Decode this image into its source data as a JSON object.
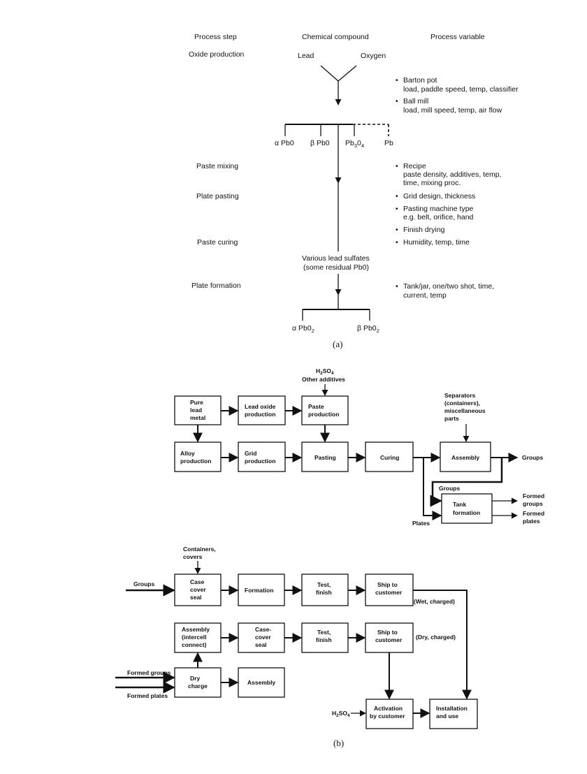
{
  "part_a": {
    "headers": {
      "step": "Process step",
      "compound": "Chemical compound",
      "variable": "Process variable"
    },
    "steps": {
      "oxide": "Oxide production",
      "mixing": "Paste mixing",
      "pasting": "Plate pasting",
      "curing": "Paste curing",
      "formation": "Plate formation"
    },
    "compounds": {
      "lead": "Lead",
      "oxygen": "Oxygen",
      "alpha_pbo_sym": "α",
      "alpha_pbo": "Pb0",
      "beta_pbo_sym": "β",
      "beta_pbo": "Pb0",
      "pb3o4_base": "Pb",
      "pb3o4_sub1": "3",
      "pb3o4_mid": "0",
      "pb3o4_sub2": "4",
      "pb": "Pb",
      "sulfates_1": "Various lead sulfates",
      "sulfates_2": "(some residual Pb0)",
      "alpha_pbo2_sym": "α",
      "alpha_pbo2": "Pb0",
      "alpha_pbo2_sub": "2",
      "beta_pbo2_sym": "β",
      "beta_pbo2": "Pb0",
      "beta_pbo2_sub": "2"
    },
    "variables": {
      "barton_1": "Barton pot",
      "barton_2": "load, paddle speed, temp, classifier",
      "ball_1": "Ball mill",
      "ball_2": "load, mill speed, temp, air flow",
      "recipe_1": "Recipe",
      "recipe_2": "paste density, additives, temp,",
      "recipe_3": "time, mixing proc.",
      "grid": "Grid design, thickness",
      "pasting_1": "Pasting machine type",
      "pasting_2": "e.g. belt, orifice, hand",
      "drying": "Finish drying",
      "humidity": "Humidity, temp, time",
      "tank_1": "Tank/jar, one/two shot, time,",
      "tank_2": "current, temp"
    },
    "bullet": "•",
    "caption": "(a)"
  },
  "part_b": {
    "h2so4_top_base": "H",
    "h2so4_top_sub1": "2",
    "h2so4_top_mid": "SO",
    "h2so4_top_sub2": "4",
    "other_additives": "Other additives",
    "pure_lead": [
      "Pure",
      "lead",
      "metal"
    ],
    "lead_oxide": [
      "Lead oxide",
      "production"
    ],
    "paste_prod": [
      "Paste",
      "production"
    ],
    "alloy": [
      "Alloy",
      "production"
    ],
    "grid": [
      "Grid",
      "production"
    ],
    "pasting": "Pasting",
    "curing": "Curing",
    "separators": [
      "Separators",
      "(containers),",
      "miscellaneous",
      "parts"
    ],
    "assembly": "Assembly",
    "groups_out": "Groups",
    "groups_loop": "Groups",
    "tank_formation": [
      "Tank",
      "formation"
    ],
    "formed_groups": [
      "Formed",
      "groups"
    ],
    "formed_plates": [
      "Formed",
      "plates"
    ],
    "plates": "Plates",
    "containers": [
      "Containers,",
      "covers"
    ],
    "groups_in": "Groups",
    "case_cover_seal": [
      "Case",
      "cover",
      "seal"
    ],
    "formation": "Formation",
    "test_finish_1": [
      "Test,",
      "finish"
    ],
    "ship_1": [
      "Ship to",
      "customer"
    ],
    "wet_charged": "(Wet, charged)",
    "assembly_intercell": [
      "Assembly",
      "(intercell",
      "connect)"
    ],
    "case_cover_seal_2": [
      "Case-",
      "cover",
      "seal"
    ],
    "test_finish_2": [
      "Test,",
      "finish"
    ],
    "ship_2": [
      "Ship to",
      "customer"
    ],
    "dry_charged": "(Dry, charged)",
    "formed_groups_in": "Formed groups",
    "formed_plates_in": "Formed plates",
    "dry_charge": [
      "Dry",
      "charge"
    ],
    "assembly_2": "Assembly",
    "h2so4_bot_base": "H",
    "h2so4_bot_sub1": "2",
    "h2so4_bot_mid": "SO",
    "h2so4_bot_sub2": "4",
    "activation": [
      "Activation",
      "by customer"
    ],
    "installation": [
      "Installation",
      "and use"
    ],
    "caption": "(b)"
  }
}
